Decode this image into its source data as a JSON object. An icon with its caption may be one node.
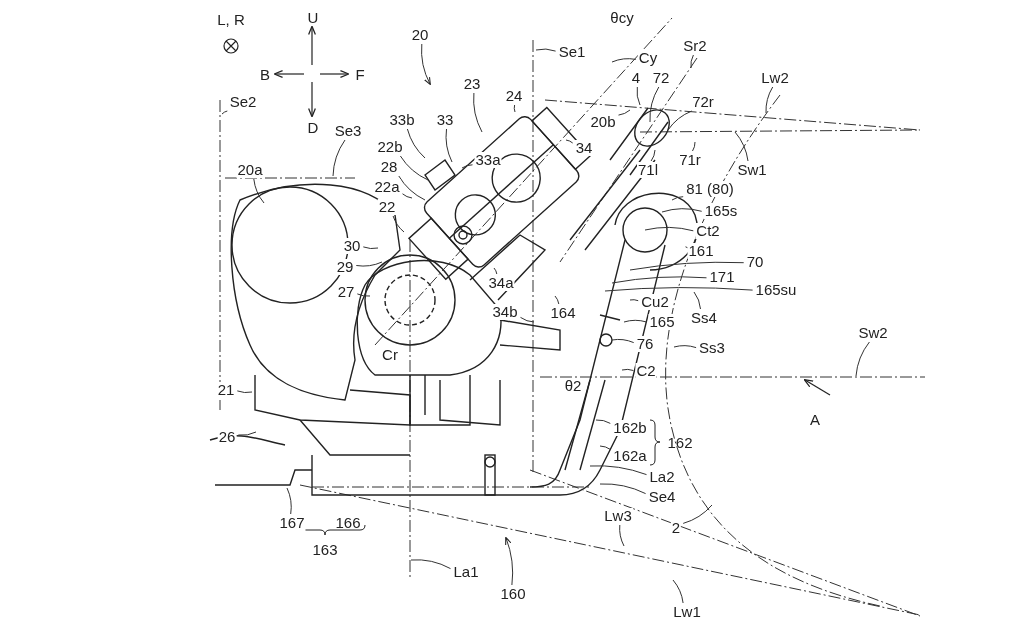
{
  "diagram": {
    "nodes": [
      {
        "text": [
          "20"
        ]
      },
      {
        "text": [
          "Se2"
        ]
      },
      {
        "text": [
          "Se3"
        ]
      },
      {
        "text": [
          "20a"
        ]
      },
      {
        "text": [
          "33b"
        ]
      },
      {
        "text": [
          "33"
        ]
      },
      {
        "text": [
          "23"
        ]
      },
      {
        "text": [
          "24"
        ]
      },
      {
        "text": [
          "33a"
        ]
      },
      {
        "text": [
          "22b"
        ]
      },
      {
        "text": [
          "28"
        ]
      },
      {
        "text": [
          "22a"
        ]
      },
      {
        "text": [
          "22"
        ]
      },
      {
        "text": [
          "Se1"
        ]
      },
      {
        "text": [
          "Cy"
        ]
      },
      {
        "text": [
          "Sr2"
        ]
      },
      {
        "text": [
          "4"
        ]
      },
      {
        "text": [
          "72"
        ]
      },
      {
        "text": [
          "72r"
        ]
      },
      {
        "text": [
          "Lw2"
        ]
      },
      {
        "text": [
          "20b"
        ]
      },
      {
        "text": [
          "34"
        ]
      },
      {
        "text": [
          "Sw1"
        ]
      },
      {
        "text": [
          "71l"
        ]
      },
      {
        "text": [
          "71r"
        ]
      },
      {
        "text": [
          "81 (80)"
        ]
      },
      {
        "text": [
          "165s"
        ]
      },
      {
        "text": [
          "Ct2"
        ]
      },
      {
        "text": [
          "161"
        ]
      },
      {
        "text": [
          "70"
        ]
      },
      {
        "text": [
          "171"
        ]
      },
      {
        "text": [
          "165su"
        ]
      },
      {
        "text": [
          "Cu2"
        ]
      },
      {
        "text": [
          "165"
        ]
      },
      {
        "text": [
          "Ss4"
        ]
      },
      {
        "text": [
          "76"
        ]
      },
      {
        "text": [
          "Ss3"
        ]
      },
      {
        "text": [
          "C2"
        ]
      },
      {
        "text": [
          "30"
        ]
      },
      {
        "text": [
          "29"
        ]
      },
      {
        "text": [
          "27"
        ]
      },
      {
        "text": [
          "34a"
        ]
      },
      {
        "text": [
          "34b"
        ]
      },
      {
        "text": [
          "164"
        ]
      },
      {
        "text": [
          "21"
        ]
      },
      {
        "text": [
          "26"
        ]
      },
      {
        "text": [
          "162b"
        ]
      },
      {
        "text": [
          "162a"
        ]
      },
      {
        "text": [
          "La2"
        ]
      },
      {
        "text": [
          "Se4"
        ]
      },
      {
        "text": [
          "Lw3"
        ]
      },
      {
        "text": [
          "2"
        ]
      },
      {
        "text": [
          "167"
        ]
      },
      {
        "text": [
          "La1"
        ]
      },
      {
        "text": [
          "160"
        ]
      },
      {
        "text": [
          "Lw1"
        ]
      },
      {
        "text": [
          "Sw2"
        ]
      }
    ],
    "edges": [
      {
        "from": 0,
        "to": null,
        "arrow": "to"
      },
      {
        "from": 1,
        "to": null,
        "arrow": "none"
      },
      {
        "from": 2,
        "to": null,
        "arrow": "none"
      },
      {
        "from": 3,
        "to": null,
        "arrow": "none"
      },
      {
        "from": 4,
        "to": null,
        "arrow": "none"
      },
      {
        "from": 5,
        "to": null,
        "arrow": "none"
      },
      {
        "from": 6,
        "to": null,
        "arrow": "none"
      },
      {
        "from": 7,
        "to": null,
        "arrow": "none"
      },
      {
        "from": 8,
        "to": null,
        "arrow": "none"
      },
      {
        "from": 9,
        "to": null,
        "arrow": "none"
      },
      {
        "from": 10,
        "to": null,
        "arrow": "none"
      },
      {
        "from": 11,
        "to": null,
        "arrow": "none"
      },
      {
        "from": 12,
        "to": null,
        "arrow": "none"
      },
      {
        "from": 13,
        "to": null,
        "arrow": "none"
      },
      {
        "from": 14,
        "to": null,
        "arrow": "none"
      },
      {
        "from": 15,
        "to": null,
        "arrow": "none"
      },
      {
        "from": 16,
        "to": null,
        "arrow": "none"
      },
      {
        "from": 17,
        "to": null,
        "arrow": "none"
      },
      {
        "from": 18,
        "to": null,
        "arrow": "none"
      },
      {
        "from": 19,
        "to": null,
        "arrow": "none"
      },
      {
        "from": 20,
        "to": null,
        "arrow": "none"
      },
      {
        "from": 21,
        "to": null,
        "arrow": "none"
      },
      {
        "from": 22,
        "to": null,
        "arrow": "none"
      },
      {
        "from": 23,
        "to": null,
        "arrow": "none"
      },
      {
        "from": 24,
        "to": null,
        "arrow": "none"
      },
      {
        "from": 25,
        "to": null,
        "arrow": "none"
      },
      {
        "from": 26,
        "to": null,
        "arrow": "none"
      },
      {
        "from": 27,
        "to": null,
        "arrow": "none"
      },
      {
        "from": 28,
        "to": null,
        "arrow": "none"
      },
      {
        "from": 29,
        "to": null,
        "arrow": "none"
      },
      {
        "from": 30,
        "to": null,
        "arrow": "none"
      },
      {
        "from": 31,
        "to": null,
        "arrow": "none"
      },
      {
        "from": 32,
        "to": null,
        "arrow": "none"
      },
      {
        "from": 33,
        "to": null,
        "arrow": "none"
      },
      {
        "from": 34,
        "to": null,
        "arrow": "none"
      },
      {
        "from": 35,
        "to": null,
        "arrow": "none"
      },
      {
        "from": 36,
        "to": null,
        "arrow": "none"
      },
      {
        "from": 37,
        "to": null,
        "arrow": "none"
      },
      {
        "from": 38,
        "to": null,
        "arrow": "none"
      },
      {
        "from": 39,
        "to": null,
        "arrow": "none"
      },
      {
        "from": 40,
        "to": null,
        "arrow": "none"
      },
      {
        "from": 41,
        "to": null,
        "arrow": "none"
      },
      {
        "from": 42,
        "to": null,
        "arrow": "none"
      },
      {
        "from": 43,
        "to": null,
        "arrow": "none"
      },
      {
        "from": 44,
        "to": null,
        "arrow": "none"
      },
      {
        "from": 45,
        "to": null,
        "arrow": "none"
      },
      {
        "from": 46,
        "to": null,
        "arrow": "none"
      },
      {
        "from": 47,
        "to": null,
        "arrow": "none"
      },
      {
        "from": 48,
        "to": null,
        "arrow": "none"
      },
      {
        "from": 49,
        "to": null,
        "arrow": "none"
      },
      {
        "from": 50,
        "to": null,
        "arrow": "none"
      },
      {
        "from": 51,
        "to": null,
        "arrow": "none"
      },
      {
        "from": 52,
        "to": null,
        "arrow": "none"
      },
      {
        "from": 53,
        "to": null,
        "arrow": "none"
      },
      {
        "from": 54,
        "to": null,
        "arrow": "to"
      },
      {
        "from": 55,
        "to": null,
        "arrow": "none"
      },
      {
        "from": 56,
        "to": null,
        "arrow": "none"
      }
    ],
    "labels": [
      "L, R",
      "U",
      "B",
      "F",
      "D",
      "θcy",
      "Cr",
      "θ2",
      "A",
      "162",
      "166",
      "163"
    ]
  }
}
